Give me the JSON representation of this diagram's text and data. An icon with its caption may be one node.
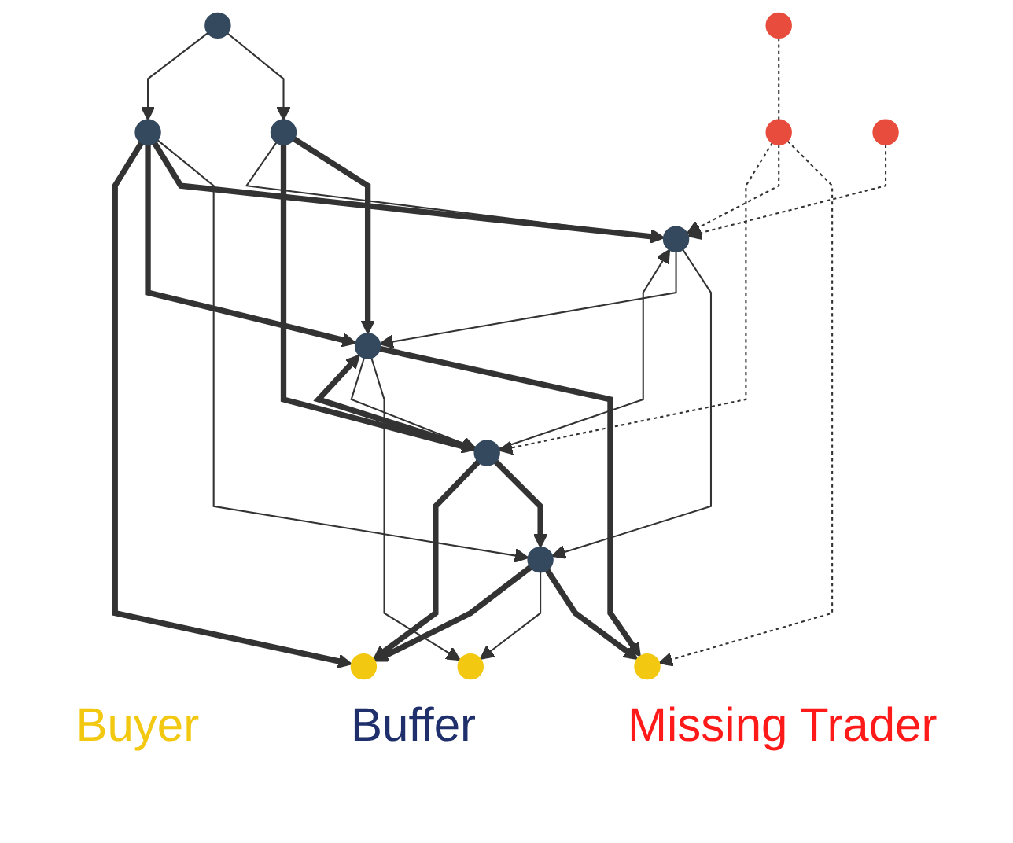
{
  "diagram": {
    "nodes": [
      {
        "text": [],
        "shape": "circle"
      },
      {
        "text": [],
        "shape": "circle"
      },
      {
        "text": [],
        "shape": "circle"
      },
      {
        "text": [],
        "shape": "circle"
      },
      {
        "text": [],
        "shape": "circle"
      },
      {
        "text": [],
        "shape": "circle"
      },
      {
        "text": [],
        "shape": "circle"
      },
      {
        "text": [],
        "shape": "circle"
      },
      {
        "text": [],
        "shape": "circle"
      },
      {
        "text": [],
        "shape": "circle"
      },
      {
        "text": [],
        "shape": "circle"
      },
      {
        "text": [],
        "shape": "circle"
      },
      {
        "text": [],
        "shape": "circle"
      }
    ],
    "edges": [
      {
        "from": 1,
        "to": 0,
        "arrow": "to",
        "style": "thick"
      },
      {
        "from": 6,
        "to": 0,
        "arrow": "to",
        "style": "thick"
      },
      {
        "from": 3,
        "to": 0,
        "arrow": "to",
        "style": "dashed"
      },
      {
        "from": 2,
        "to": 1,
        "arrow": "to"
      },
      {
        "from": 3,
        "to": 2,
        "arrow": "to",
        "style": "dashed"
      },
      {
        "from": 9,
        "to": 2,
        "arrow": "to",
        "style": "dashed"
      },
      {
        "from": 7,
        "to": 3,
        "arrow": "none",
        "style": "dashed"
      },
      {
        "from": 3,
        "to": 10,
        "arrow": "to",
        "style": "dashed"
      },
      {
        "from": 1,
        "to": 4,
        "arrow": "to"
      },
      {
        "from": 6,
        "to": 4,
        "arrow": "to"
      },
      {
        "from": 5,
        "to": 6,
        "arrow": "to",
        "style": "thick"
      },
      {
        "from": 1,
        "to": 11,
        "arrow": "to",
        "style": "thick"
      },
      {
        "from": 10,
        "to": 1,
        "arrow": "to",
        "style": "thick"
      },
      {
        "from": 5,
        "to": 10,
        "arrow": "to",
        "style": "thick"
      },
      {
        "from": 8,
        "to": 1,
        "arrow": "to"
      },
      {
        "from": 12,
        "to": 5,
        "arrow": "to"
      },
      {
        "from": 8,
        "to": 2,
        "arrow": "to",
        "style": "thick"
      },
      {
        "from": 5,
        "to": 2,
        "arrow": "to"
      },
      {
        "from": 10,
        "to": 2,
        "arrow": "to"
      },
      {
        "from": 2,
        "to": 6,
        "arrow": "to"
      },
      {
        "from": 8,
        "to": 6,
        "arrow": "to",
        "style": "thick"
      },
      {
        "from": 10,
        "to": 6,
        "arrow": "to",
        "style": "thick"
      },
      {
        "from": 8,
        "to": 11,
        "arrow": "to",
        "style": "thick"
      },
      {
        "from": 10,
        "to": 11,
        "arrow": "to",
        "style": "thick"
      },
      {
        "from": 12,
        "to": 8,
        "arrow": "to"
      },
      {
        "from": 6,
        "to": 10,
        "arrow": "to"
      }
    ],
    "labels": [
      "Buyer",
      "Buffer",
      "Missing Trader"
    ]
  }
}
